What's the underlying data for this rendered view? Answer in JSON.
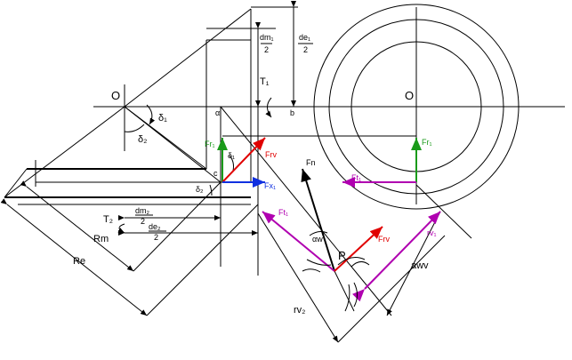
{
  "labels": {
    "O_left": "O",
    "O_right": "O",
    "delta1_top": "δ₁",
    "delta2": "δ₂",
    "delta1_gear": "δ₁",
    "delta2_gear": "δ₂",
    "dm1_num": "dm₁",
    "dm1_den": "2",
    "de1_num": "de₁",
    "de1_den": "2",
    "dm2_num": "dm₂",
    "dm2_den": "2",
    "de2_num": "de₂",
    "de2_den": "2",
    "T1": "T₁",
    "T2": "T₂",
    "alpha": "α",
    "b": "b",
    "c": "c",
    "Fr1_left": "Fr₁",
    "Frv_top": "Frv",
    "Fx1": "Fx₁",
    "Fr1_right": "Fr₁",
    "Ft1_right": "Ft₁",
    "Fn": "Fn",
    "Ft1_lower": "Ft₁",
    "Frv_lower": "Frv",
    "alpha_w": "αw",
    "P": "P",
    "rv1": "rv₁",
    "rv2": "rv₂",
    "aw": "awv",
    "Rm": "Rm",
    "Re": "Re"
  },
  "colors": {
    "green": "#1a9a1a",
    "red": "#e00000",
    "blue": "#1030e0",
    "magenta": "#b000b0",
    "black": "#000000"
  }
}
